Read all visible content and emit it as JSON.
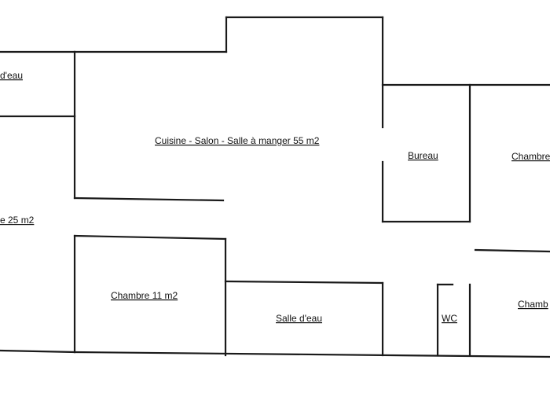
{
  "rooms": {
    "salle_deau_top": "d'eau",
    "living": "Cuisine - Salon  - Salle à manger 55 m2",
    "left_room": "e 25 m2",
    "bureau": "Bureau",
    "chambre_right_top": "Chambre",
    "chambre_11": "Chambre 11 m2",
    "salle_deau_bottom": "Salle d'eau",
    "wc": "WC",
    "chambre_right_bottom": "Chamb"
  },
  "colors": {
    "walls": "#1a1a1a",
    "background": "#ffffff"
  }
}
